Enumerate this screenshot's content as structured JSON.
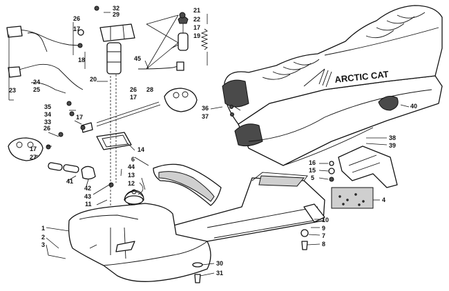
{
  "brand_text": "ARCTIC CAT",
  "callouts": [
    "1",
    "2",
    "3",
    "4",
    "5",
    "6",
    "7",
    "8",
    "9",
    "10",
    "11",
    "12",
    "13",
    "14",
    "15",
    "16",
    "17",
    "18",
    "19",
    "20",
    "21",
    "22",
    "23",
    "24",
    "25",
    "26",
    "27",
    "28",
    "29",
    "30",
    "31",
    "32",
    "33",
    "34",
    "35",
    "36",
    "37",
    "38",
    "39",
    "40",
    "41",
    "42",
    "43",
    "44",
    "45"
  ],
  "colors": {
    "line": "#111111",
    "background": "#ffffff",
    "shade": "#cfcfcf"
  }
}
